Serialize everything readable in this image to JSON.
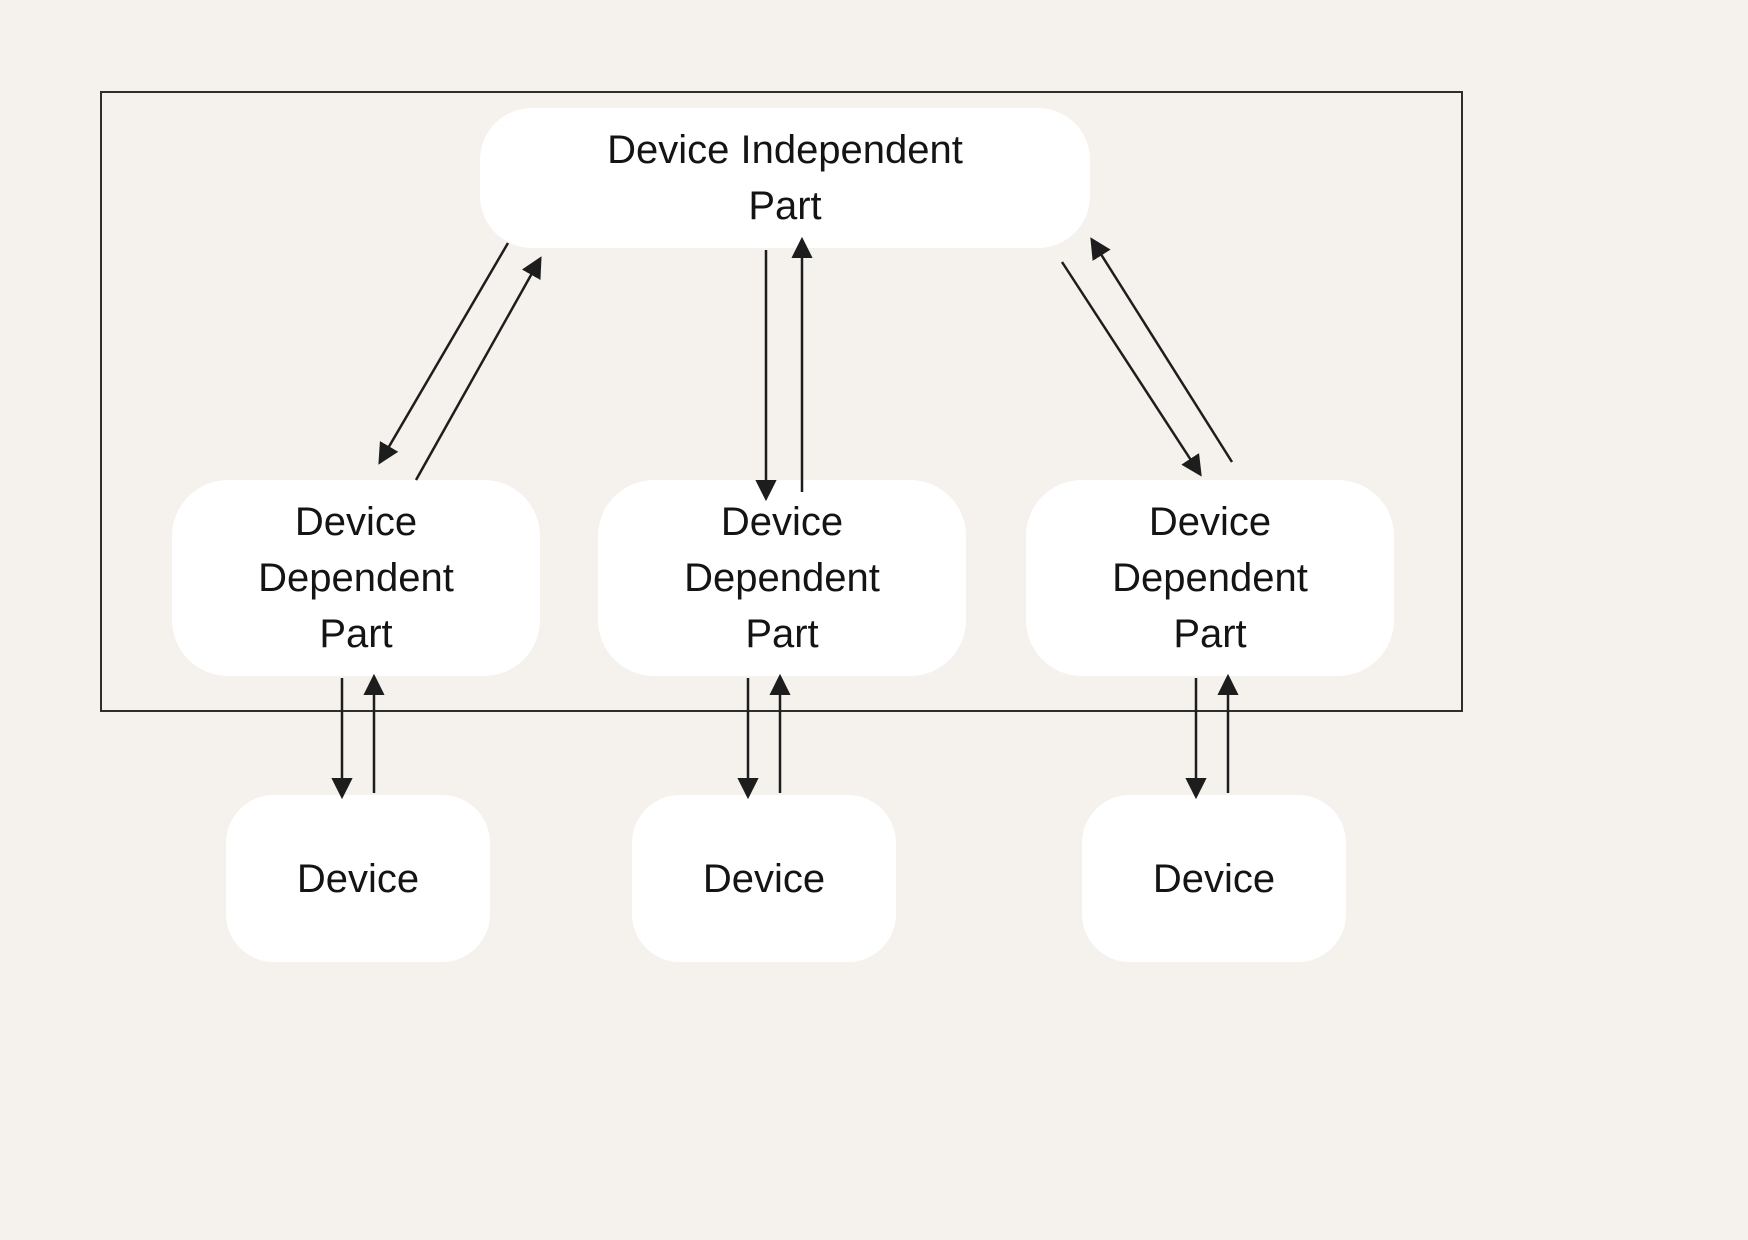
{
  "colors": {
    "background": "#f5f2ed",
    "node_fill": "#ffffff",
    "boundary_stroke": "#2e2e2e",
    "arrow_stroke": "#1d1d1d",
    "text": "#141414"
  },
  "nodes": {
    "independent": {
      "label": "Device Independent Part"
    },
    "dependent": [
      {
        "label": "Device Dependent Part"
      },
      {
        "label": "Device Dependent Part"
      },
      {
        "label": "Device Dependent Part"
      }
    ],
    "devices": [
      {
        "label": "Device"
      },
      {
        "label": "Device"
      },
      {
        "label": "Device"
      }
    ]
  },
  "edges": [
    {
      "from": "device-independent-part",
      "to": "device-dependent-part-1",
      "bidirectional": true
    },
    {
      "from": "device-independent-part",
      "to": "device-dependent-part-2",
      "bidirectional": true
    },
    {
      "from": "device-independent-part",
      "to": "device-dependent-part-3",
      "bidirectional": true
    },
    {
      "from": "device-dependent-part-1",
      "to": "device-1",
      "bidirectional": true
    },
    {
      "from": "device-dependent-part-2",
      "to": "device-2",
      "bidirectional": true
    },
    {
      "from": "device-dependent-part-3",
      "to": "device-3",
      "bidirectional": true
    }
  ]
}
